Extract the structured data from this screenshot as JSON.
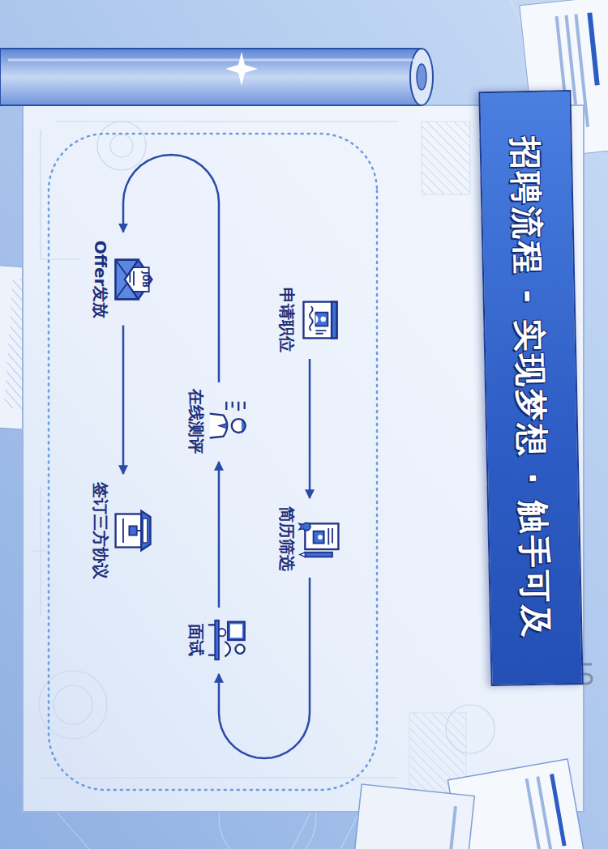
{
  "diagram": {
    "title": "招聘流程 - 实现梦想 · 触手可及",
    "nodes": [
      {
        "text": [
          "申请职位"
        ]
      },
      {
        "text": [
          "简历筛选"
        ]
      },
      {
        "text": [
          "面试"
        ]
      },
      {
        "text": [
          "在线测评"
        ]
      },
      {
        "text": [
          "Offer发放"
        ]
      },
      {
        "text": [
          "签订三方协议"
        ]
      }
    ],
    "edges": [
      {
        "from": 0,
        "to": 1,
        "arrow": "to"
      },
      {
        "from": 1,
        "to": 2,
        "arrow": "to"
      },
      {
        "from": 2,
        "to": 3,
        "arrow": "to"
      },
      {
        "from": 3,
        "to": 4,
        "arrow": "to"
      },
      {
        "from": 4,
        "to": 5,
        "arrow": "to"
      }
    ],
    "labels": [
      "JOB"
    ]
  }
}
